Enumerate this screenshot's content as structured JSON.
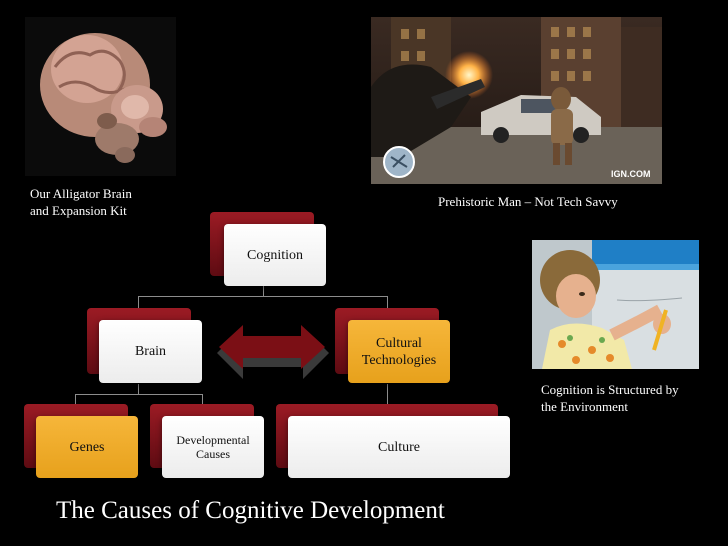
{
  "captions": {
    "brain": [
      "Our Alligator Brain",
      "and Expansion Kit"
    ],
    "game": "Prehistoric Man – Not Tech Savvy",
    "child": [
      "Cognition is Structured by",
      "the Environment"
    ]
  },
  "game_watermark": "IGN.COM",
  "hierarchy": {
    "cognition": "Cognition",
    "brain": "Brain",
    "cultural": [
      "Cultural",
      "Technologies"
    ],
    "genes": "Genes",
    "developmental": [
      "Developmental",
      "Causes"
    ],
    "culture": "Culture"
  },
  "colors": {
    "tab_red": "#7d1119",
    "highlight_gold": "#f0ac2a",
    "arrow_red": "#7b0f15",
    "arrow_gray": "#3a3a3a"
  },
  "slide_title": "The Causes of Cognitive Development"
}
